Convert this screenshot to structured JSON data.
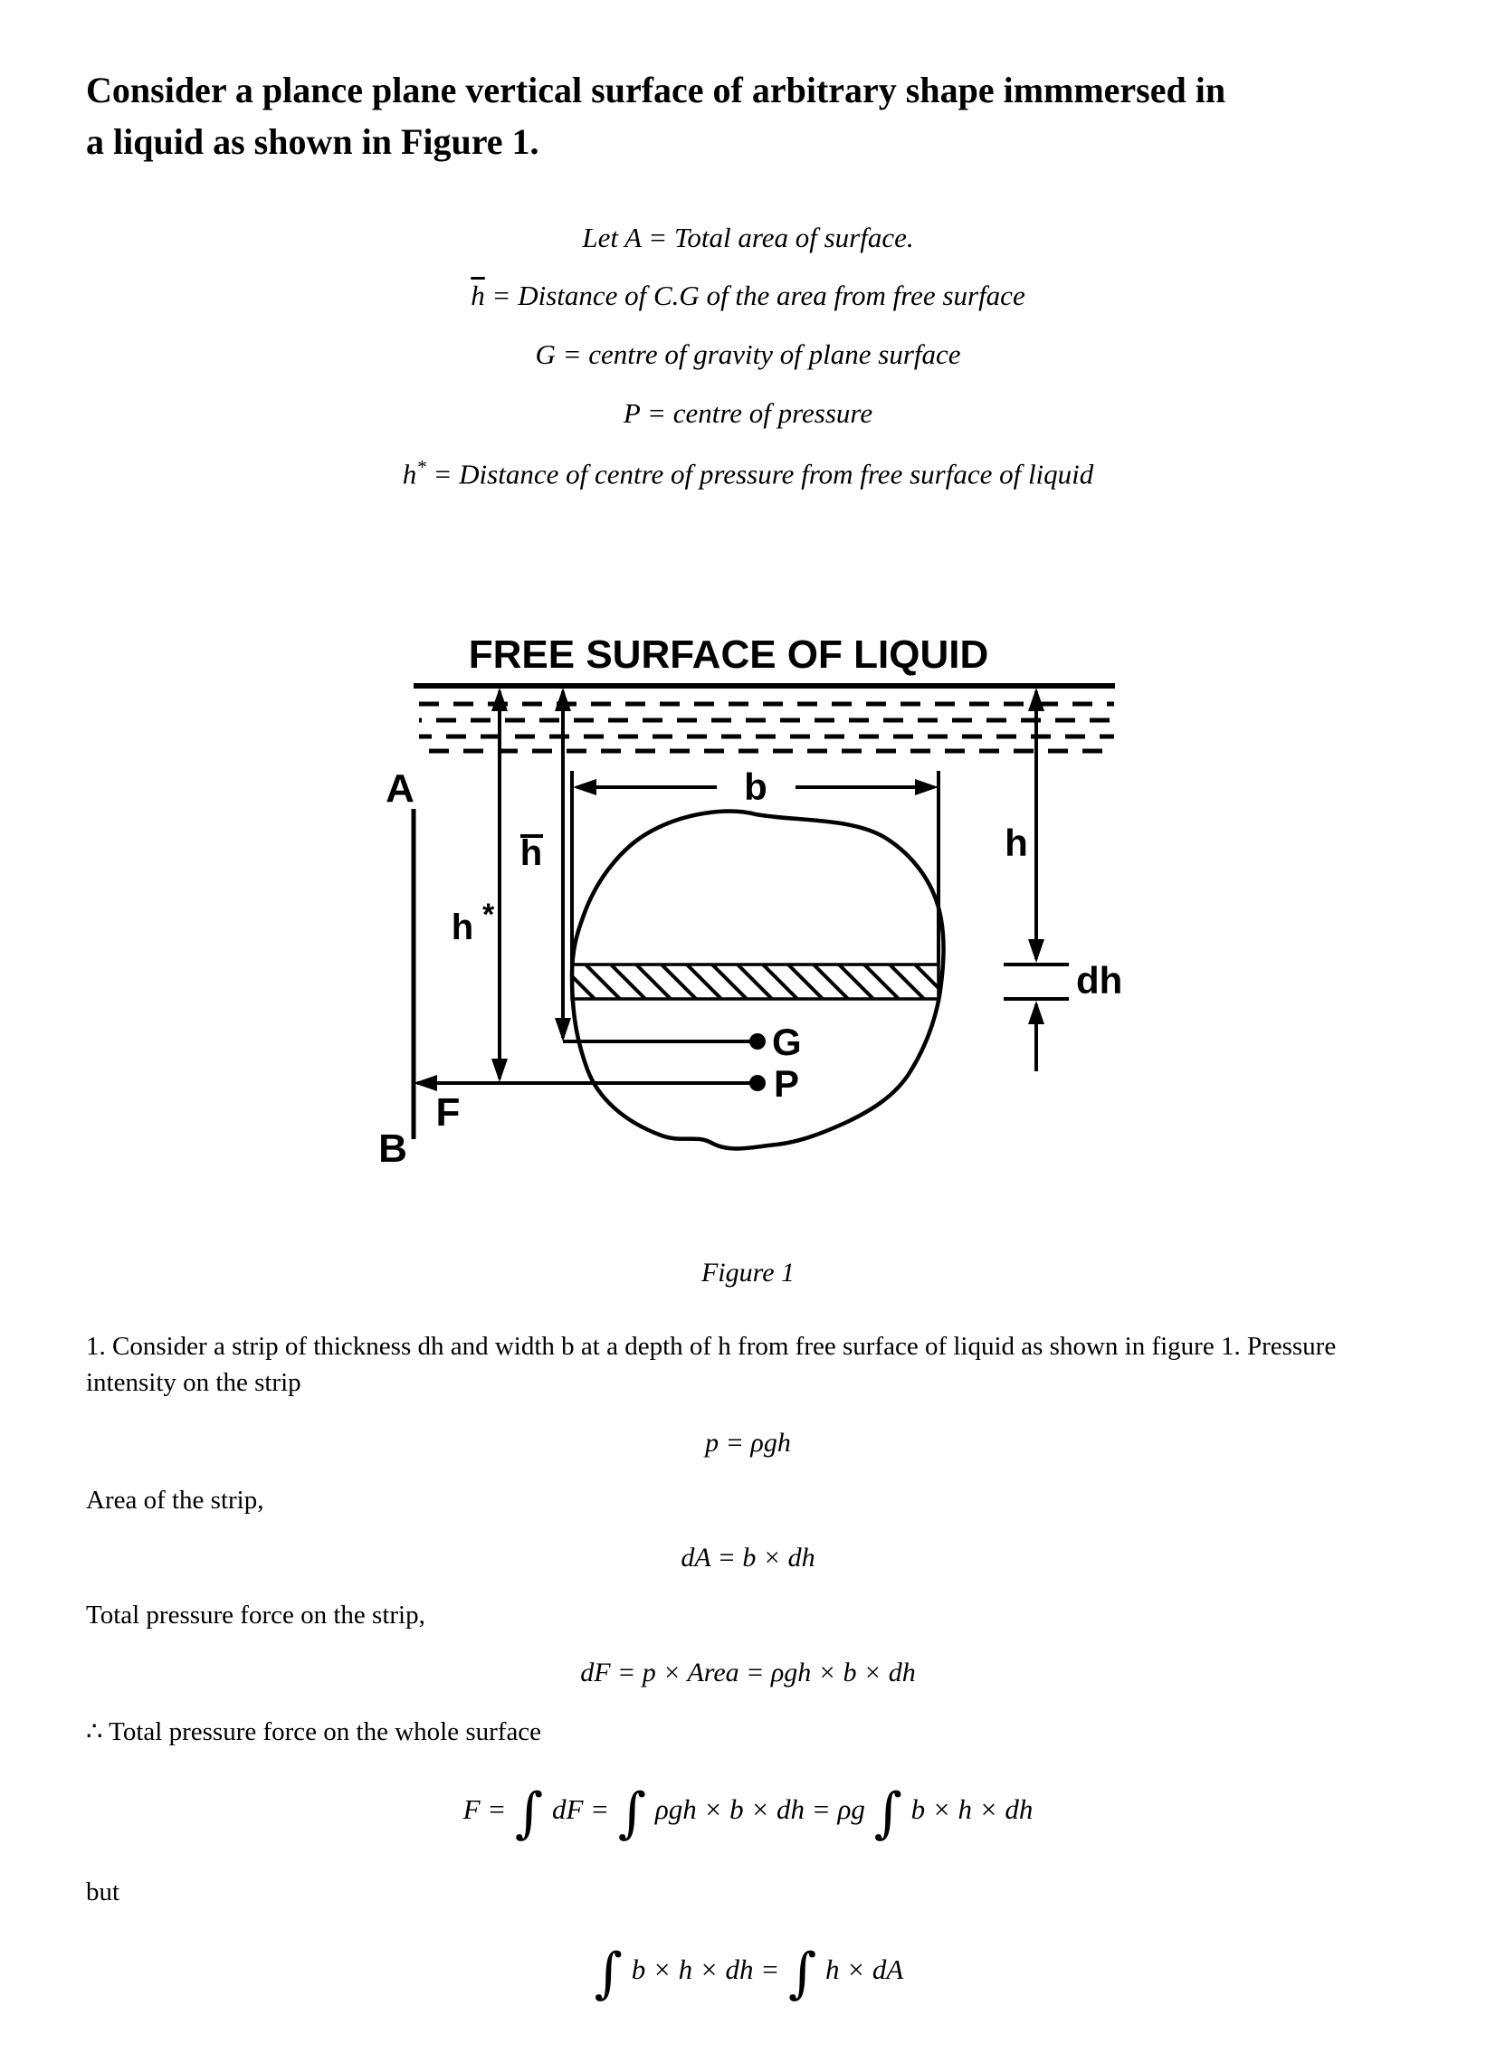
{
  "title": "Consider a plance plane vertical surface of arbitrary shape immmersed in a liquid as shown in Figure 1.",
  "definitions": {
    "line1": "Let A = Total area of surface.",
    "line2": {
      "sym": "h",
      "rest": " = Distance of C.G of the area from free surface"
    },
    "line3": "G = centre of gravity of plane surface",
    "line4": "P = centre of pressure",
    "line5": {
      "sym": "h",
      "sup": "*",
      "rest": " = Distance of centre of pressure from free surface of liquid"
    }
  },
  "figure": {
    "surface_label": "FREE SURFACE OF LIQUID",
    "labels": {
      "A": "A",
      "B": "B",
      "F": "F",
      "G": "G",
      "P": "P",
      "b": "b",
      "h": "h",
      "hbar": "h",
      "hstar_h": "h",
      "hstar_star": "*",
      "dh": "dh"
    },
    "caption": "Figure 1"
  },
  "body": {
    "para1": "1. Consider a strip of thickness dh and width b at a depth of h from free surface of liquid as shown in figure 1. Pressure intensity on the strip",
    "eq_p": "p = ρgh",
    "area_label": "Area of the strip,",
    "eq_dA": "dA = b × dh",
    "force_strip_label": "Total pressure force on the strip,",
    "eq_dF": "dF = p × Area = ρgh × b × dh",
    "whole_label": "∴ Total pressure force on the whole surface",
    "eq_F": {
      "parts": [
        "F = ",
        "∫",
        " dF = ",
        "∫",
        " ρgh × b × dh = ρg ",
        "∫",
        " b × h × dh"
      ]
    },
    "but_label": "but",
    "eq_hdA": {
      "parts": [
        "∫",
        " b × h × dh = ",
        "∫",
        " h × dA"
      ]
    }
  }
}
